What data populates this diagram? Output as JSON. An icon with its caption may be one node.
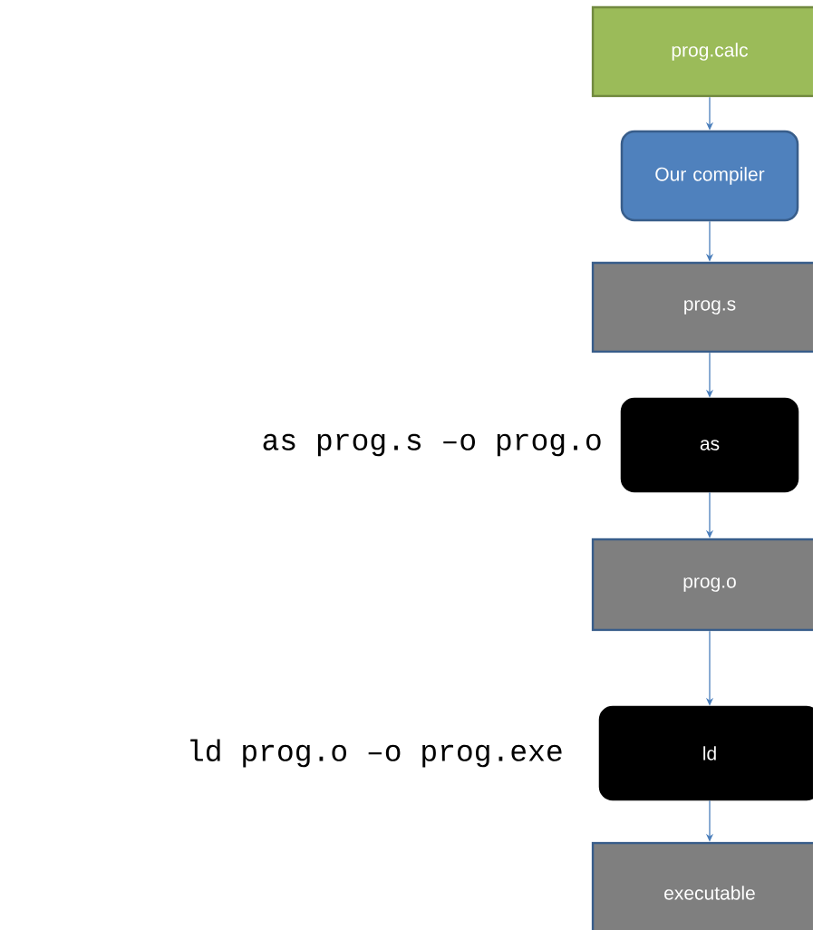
{
  "diagram": {
    "nodes": [
      {
        "text": [
          "prog.calc"
        ]
      },
      {
        "text": [
          "Our compiler"
        ]
      },
      {
        "text": [
          "prog.s"
        ]
      },
      {
        "text": [
          "as"
        ],
        "beside": [
          "as prog.s –o prog.o"
        ]
      },
      {
        "text": [
          "prog.o"
        ]
      },
      {
        "text": [
          "ld"
        ],
        "beside": [
          "ld prog.o –o prog.exe"
        ]
      },
      {
        "text": [
          "executable"
        ]
      }
    ],
    "edges": [
      {
        "from": 0,
        "to": 1,
        "arrow": "to"
      },
      {
        "from": 1,
        "to": 2,
        "arrow": "to"
      },
      {
        "from": 2,
        "to": 3,
        "arrow": "to"
      },
      {
        "from": 3,
        "to": 4,
        "arrow": "to"
      },
      {
        "from": 4,
        "to": 5,
        "arrow": "to"
      },
      {
        "from": 5,
        "to": 6,
        "arrow": "to"
      }
    ]
  }
}
